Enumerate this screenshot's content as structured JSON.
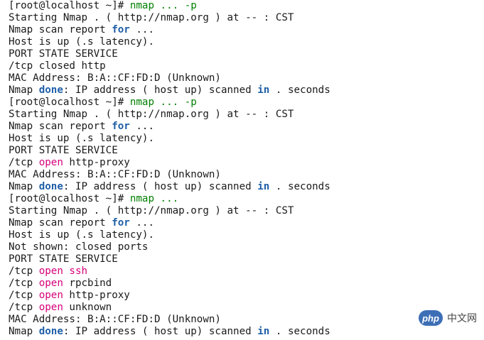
{
  "blocks": [
    {
      "prompt": "[root@localhost ~]# ",
      "command": "nmap ... -p",
      "starting": "Starting Nmap . ( http://nmap.org ) at -- : CST",
      "scan_report_prefix": "Nmap scan report ",
      "scan_report_for": "for",
      "scan_report_suffix": " ...",
      "host_up": "Host is up (.s latency).",
      "header": "PORT STATE SERVICE",
      "ports": [
        {
          "port": "/tcp ",
          "state": "closed",
          "service": " http",
          "open": false
        }
      ],
      "mac": "MAC Address: B:A::CF:FD:D (Unknown)",
      "done_prefix": "Nmap ",
      "done_word": "done",
      "done_middle": ": IP address ( host up) scanned ",
      "done_in": "in",
      "done_suffix": " . seconds"
    },
    {
      "prompt": "[root@localhost ~]# ",
      "command": "nmap ... -p",
      "starting": "Starting Nmap . ( http://nmap.org ) at -- : CST",
      "scan_report_prefix": "Nmap scan report ",
      "scan_report_for": "for",
      "scan_report_suffix": " ...",
      "host_up": "Host is up (.s latency).",
      "header": "PORT STATE SERVICE",
      "ports": [
        {
          "port": "/tcp ",
          "state": "open",
          "service": " http-proxy",
          "open": true
        }
      ],
      "mac": "MAC Address: B:A::CF:FD:D (Unknown)",
      "done_prefix": "Nmap ",
      "done_word": "done",
      "done_middle": ": IP address ( host up) scanned ",
      "done_in": "in",
      "done_suffix": " . seconds"
    },
    {
      "prompt": "[root@localhost ~]# ",
      "command": "nmap ...",
      "starting": "Starting Nmap . ( http://nmap.org ) at -- : CST",
      "scan_report_prefix": "Nmap scan report ",
      "scan_report_for": "for",
      "scan_report_suffix": " ...",
      "host_up": "Host is up (.s latency).",
      "not_shown": "Not shown: closed ports",
      "header": "PORT STATE SERVICE",
      "ports": [
        {
          "port": "/tcp ",
          "state": "open",
          "service": " ssh",
          "open": true,
          "service_colored": true
        },
        {
          "port": "/tcp ",
          "state": "open",
          "service": " rpcbind",
          "open": true
        },
        {
          "port": "/tcp ",
          "state": "open",
          "service": " http-proxy",
          "open": true
        },
        {
          "port": "/tcp ",
          "state": "open",
          "service": " unknown",
          "open": true
        }
      ],
      "mac": "MAC Address: B:A::CF:FD:D (Unknown)",
      "done_prefix": "Nmap ",
      "done_word": "done",
      "done_middle": ": IP address ( host up) scanned ",
      "done_in": "in",
      "done_suffix": " . seconds"
    }
  ],
  "watermark": {
    "logo": "php",
    "text": "中文网"
  },
  "colors": {
    "command": "#008000",
    "keyword": "#1f5fa8",
    "open_state": "#d6007a"
  }
}
